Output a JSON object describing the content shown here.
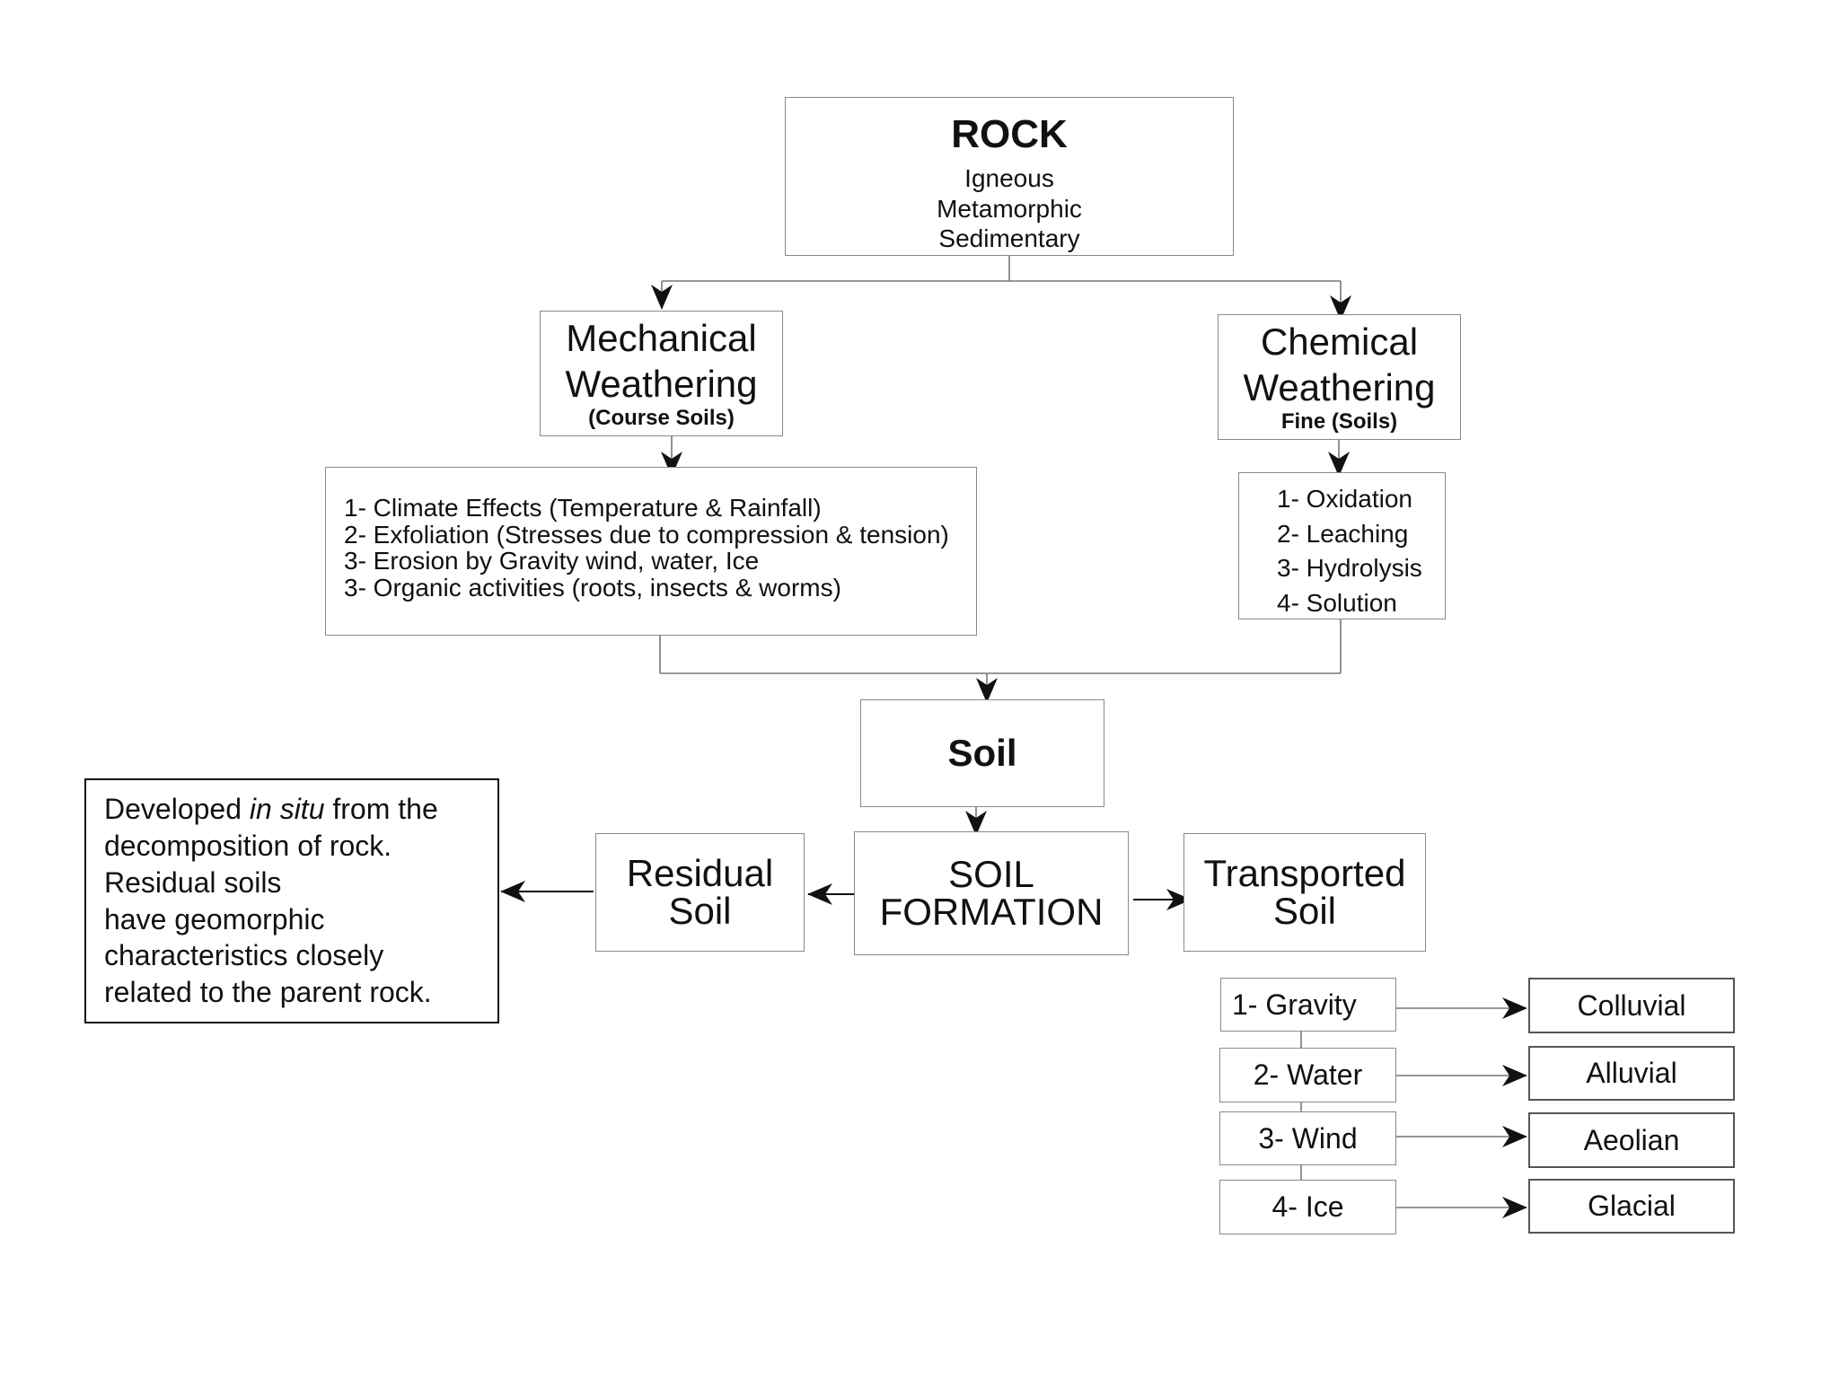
{
  "rock": {
    "title": "ROCK",
    "types": [
      "Igneous",
      "Metamorphic",
      "Sedimentary"
    ]
  },
  "mechanical": {
    "lines": [
      "Mechanical",
      "Weathering"
    ],
    "note": "(Course Soils)"
  },
  "chemical": {
    "lines": [
      "Chemical",
      "Weathering"
    ],
    "note": "Fine (Soils)"
  },
  "mechanical_processes": [
    "1- Climate Effects (Temperature & Rainfall)",
    "2- Exfoliation (Stresses due to compression & tension)",
    "3- Erosion by Gravity wind, water, Ice",
    "3- Organic activities (roots, insects & worms)"
  ],
  "chemical_processes": [
    "1- Oxidation",
    "2- Leaching",
    "3- Hydrolysis",
    "4- Solution"
  ],
  "soil": "Soil",
  "soil_formation": [
    "SOIL",
    "FORMATION"
  ],
  "residual": [
    "Residual",
    "Soil"
  ],
  "transported": [
    "Transported",
    "Soil"
  ],
  "residual_description": {
    "line1_pre": "Developed ",
    "line1_italic": "in situ",
    "line1_post": " from the",
    "lines": [
      "decomposition of rock.",
      "Residual soils",
      "have geomorphic",
      "characteristics closely",
      "related to the parent rock."
    ]
  },
  "transport_agents": [
    "1- Gravity",
    "2- Water",
    "3- Wind",
    "4- Ice"
  ],
  "deposits": [
    "Colluvial",
    "Alluvial",
    "Aeolian",
    "Glacial"
  ]
}
